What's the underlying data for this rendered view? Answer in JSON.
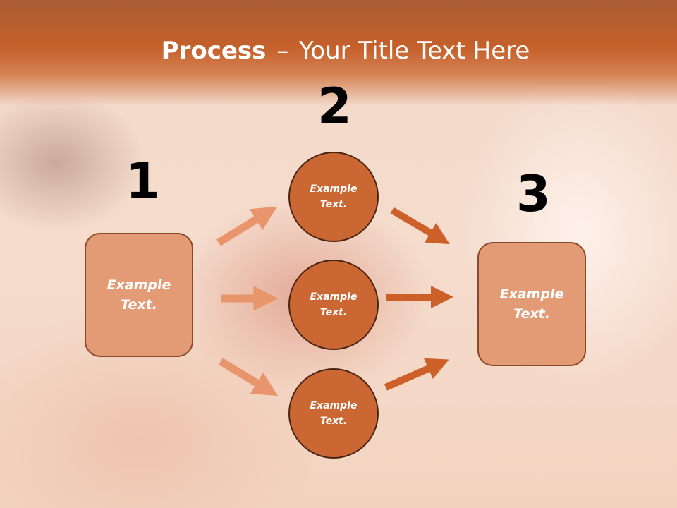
{
  "slide": {
    "title_bold": "Process",
    "title_dash": "–",
    "title_rest": "Your Title Text Here"
  },
  "steps": {
    "one": "1",
    "two": "2",
    "three": "3"
  },
  "boxes": {
    "left": "Example Text.",
    "right": "Example Text."
  },
  "circles": {
    "top": "Example Text.",
    "middle": "Example Text.",
    "bottom": "Example Text."
  },
  "colors": {
    "title_band": "#c5602b",
    "box_fill": "#e29b74",
    "circle_fill": "#cb6732",
    "arrow_light": "#e8956b",
    "arrow_dark": "#cd5f28"
  }
}
